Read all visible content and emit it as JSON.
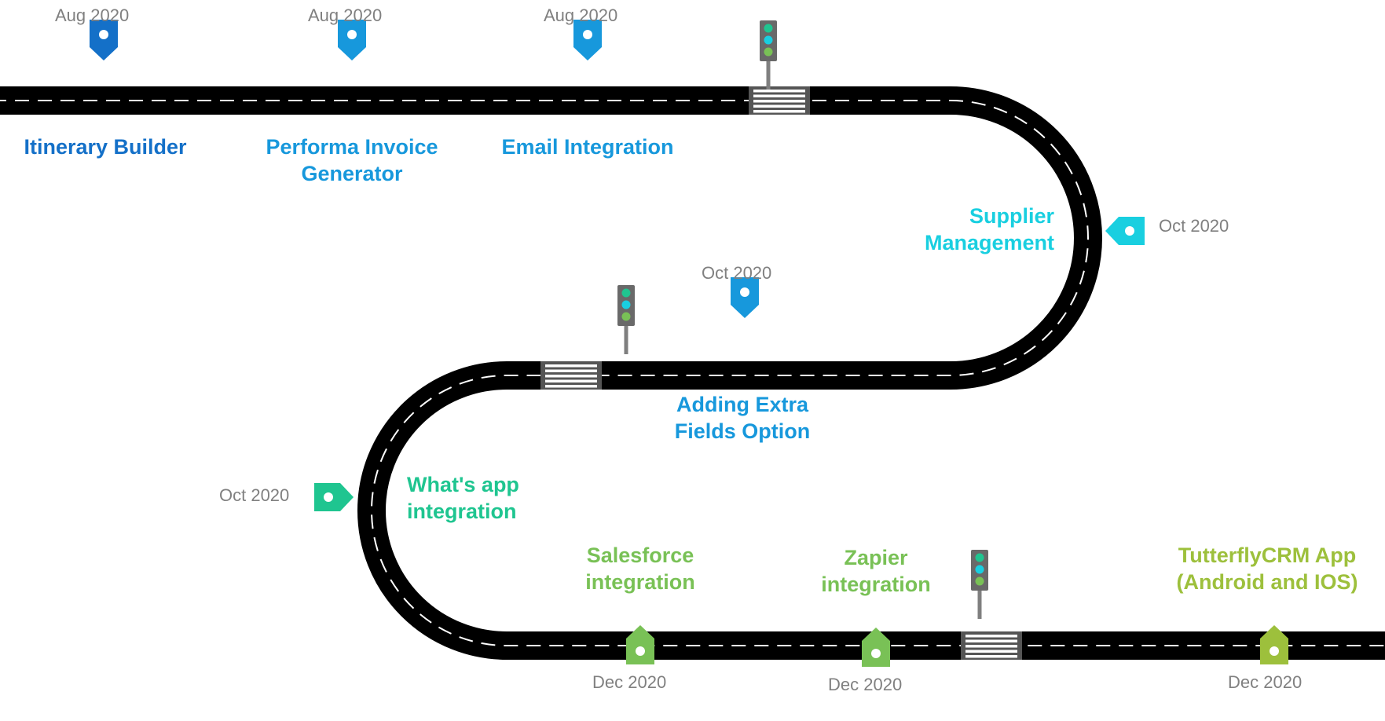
{
  "colors": {
    "road": "#000000",
    "lane": "#ffffff",
    "pole": "#7f7f7f",
    "light_top": "#1fc590",
    "light_mid": "#19cfe0",
    "light_bottom": "#79c156",
    "date_text": "#808080"
  },
  "milestones": [
    {
      "title_lines": [
        "Itinerary Builder"
      ],
      "date": "Aug 2020",
      "color": "#1470c8",
      "marker_icon": "map-pin-icon"
    },
    {
      "title_lines": [
        "Performa Invoice",
        "Generator"
      ],
      "date": "Aug 2020",
      "color": "#1798dc",
      "marker_icon": "map-pin-icon"
    },
    {
      "title_lines": [
        "Email Integration"
      ],
      "date": "Aug 2020",
      "color": "#1798dc",
      "marker_icon": "map-pin-icon"
    },
    {
      "title_lines": [
        "Supplier",
        "Management"
      ],
      "date": "Oct 2020",
      "color": "#19cfe0",
      "marker_icon": "tag-icon"
    },
    {
      "title_lines": [
        "Adding Extra",
        "Fields Option"
      ],
      "date": "Oct 2020",
      "color": "#1798dc",
      "marker_icon": "map-pin-icon"
    },
    {
      "title_lines": [
        "What's app",
        "integration"
      ],
      "date": "Oct 2020",
      "color": "#1fc590",
      "marker_icon": "tag-icon"
    },
    {
      "title_lines": [
        "Salesforce",
        "integration"
      ],
      "date": "Dec 2020",
      "color": "#79c156",
      "marker_icon": "tag-icon"
    },
    {
      "title_lines": [
        "Zapier",
        "integration"
      ],
      "date": "Dec 2020",
      "color": "#79c156",
      "marker_icon": "tag-icon"
    },
    {
      "title_lines": [
        "TutterflyCRM App",
        "(Android and IOS)"
      ],
      "date": "Dec 2020",
      "color": "#9dc03c",
      "marker_icon": "tag-icon"
    }
  ]
}
